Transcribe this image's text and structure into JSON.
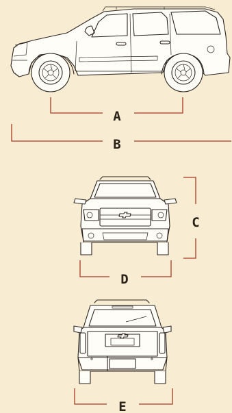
{
  "vehicle": {
    "body_color": "#fffdf8",
    "line_color": "#2b2420"
  },
  "dimension_color": "#a83a22",
  "background_color": "#f8ecd2",
  "labels": {
    "a": "A",
    "b": "B",
    "c": "C",
    "d": "D",
    "e": "E"
  }
}
